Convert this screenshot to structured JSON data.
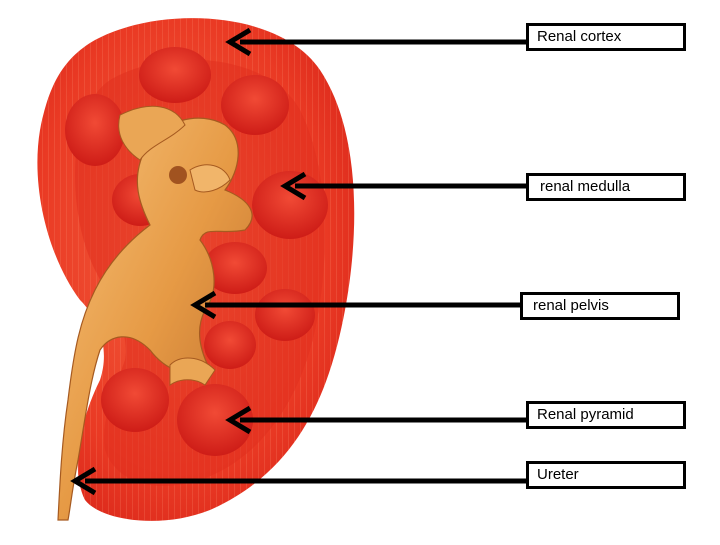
{
  "labels": {
    "cortex": "Renal cortex",
    "medulla": " renal medulla",
    "pelvis": "renal pelvis",
    "pyramid": "Renal pyramid",
    "ureter": "Ureter"
  },
  "colors": {
    "cortex": "#e8301f",
    "cortex_light": "#f6643f",
    "pyramid": "#e4211c",
    "pelvis": "#e9a04c",
    "pelvis_dark": "#b86a24",
    "arrow": "#000000"
  }
}
